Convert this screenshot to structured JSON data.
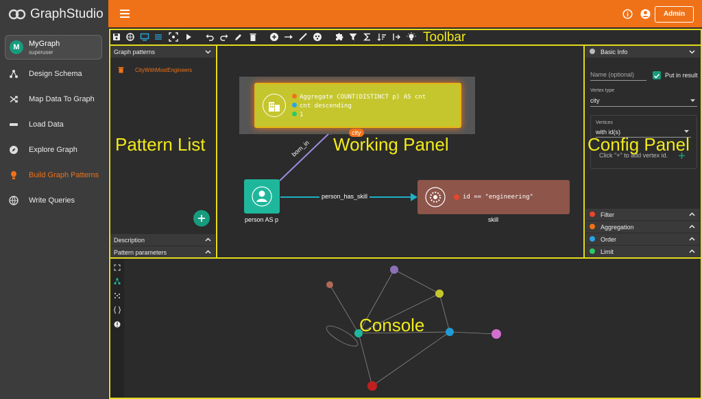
{
  "app": {
    "name": "GraphStudio"
  },
  "sidebar": {
    "graph": {
      "initial": "M",
      "name": "MyGraph",
      "user": "superuser"
    },
    "items": [
      {
        "label": "Design Schema",
        "icon": "schema-icon"
      },
      {
        "label": "Map Data To Graph",
        "icon": "shuffle-icon"
      },
      {
        "label": "Load Data",
        "icon": "load-icon"
      },
      {
        "label": "Explore Graph",
        "icon": "compass-icon"
      },
      {
        "label": "Build Graph Patterns",
        "icon": "pattern-icon",
        "active": true
      },
      {
        "label": "Write Queries",
        "icon": "globe-icon"
      }
    ]
  },
  "header": {
    "admin_label": "Admin",
    "icons": [
      "info-icon",
      "account-icon"
    ]
  },
  "toolbar": {
    "icons": [
      "save-icon",
      "export-icon",
      "screen-icon",
      "list-icon",
      "fit-icon",
      "play-icon",
      "undo-icon",
      "redo-icon",
      "edit-icon",
      "delete-icon",
      "add-vertex-icon",
      "add-edge-icon",
      "pen-icon",
      "cycle-icon",
      "puzzle-icon",
      "filter-icon",
      "sigma-icon",
      "sort-icon",
      "limit-icon",
      "bulb-icon"
    ]
  },
  "annotations": {
    "toolbar": "Toolbar",
    "pattern_list": "Pattern List",
    "working_panel": "Working Panel",
    "config_panel": "Config Panel",
    "console": "Console"
  },
  "pattern_list": {
    "header": "Graph patterns",
    "items": [
      "CityWithMostEngineers"
    ],
    "description_label": "Description",
    "parameters_label": "Pattern parameters"
  },
  "working_panel": {
    "city_node": {
      "lines": [
        "Aggregate COUNT(DISTINCT p) AS cnt",
        "cnt descending",
        "1"
      ],
      "badge": "city"
    },
    "person_label": "person AS p",
    "edge_born_in": "born_in",
    "edge_has_skill": "person_has_skill",
    "skill_node": {
      "condition": "id == \"engineering\"",
      "label": "skill"
    }
  },
  "config_panel": {
    "basic_info": "Basic Info",
    "name_placeholder": "Name (optional)",
    "put_in_result": "Put in result",
    "vertex_type_label": "Vertex type",
    "vertex_type_value": "city",
    "vertices_label": "Vertices",
    "vertices_value": "with id(s)",
    "add_hint": "Click \"+\" to add vertex id.",
    "sections": [
      {
        "label": "Filter",
        "color": "#e8452c"
      },
      {
        "label": "Aggregation",
        "color": "#f07218"
      },
      {
        "label": "Order",
        "color": "#2aa3e6"
      },
      {
        "label": "Limit",
        "color": "#2ec866"
      }
    ]
  },
  "console": {
    "side_icons": [
      "fullscreen-icon",
      "graph-icon",
      "layout-icon",
      "json-icon",
      "alert-icon"
    ]
  },
  "colors": {
    "accent": "#f07218",
    "annotation": "#f2ea1a",
    "city": "#c5c62e",
    "person": "#1fb79c",
    "skill": "#8e554a"
  }
}
